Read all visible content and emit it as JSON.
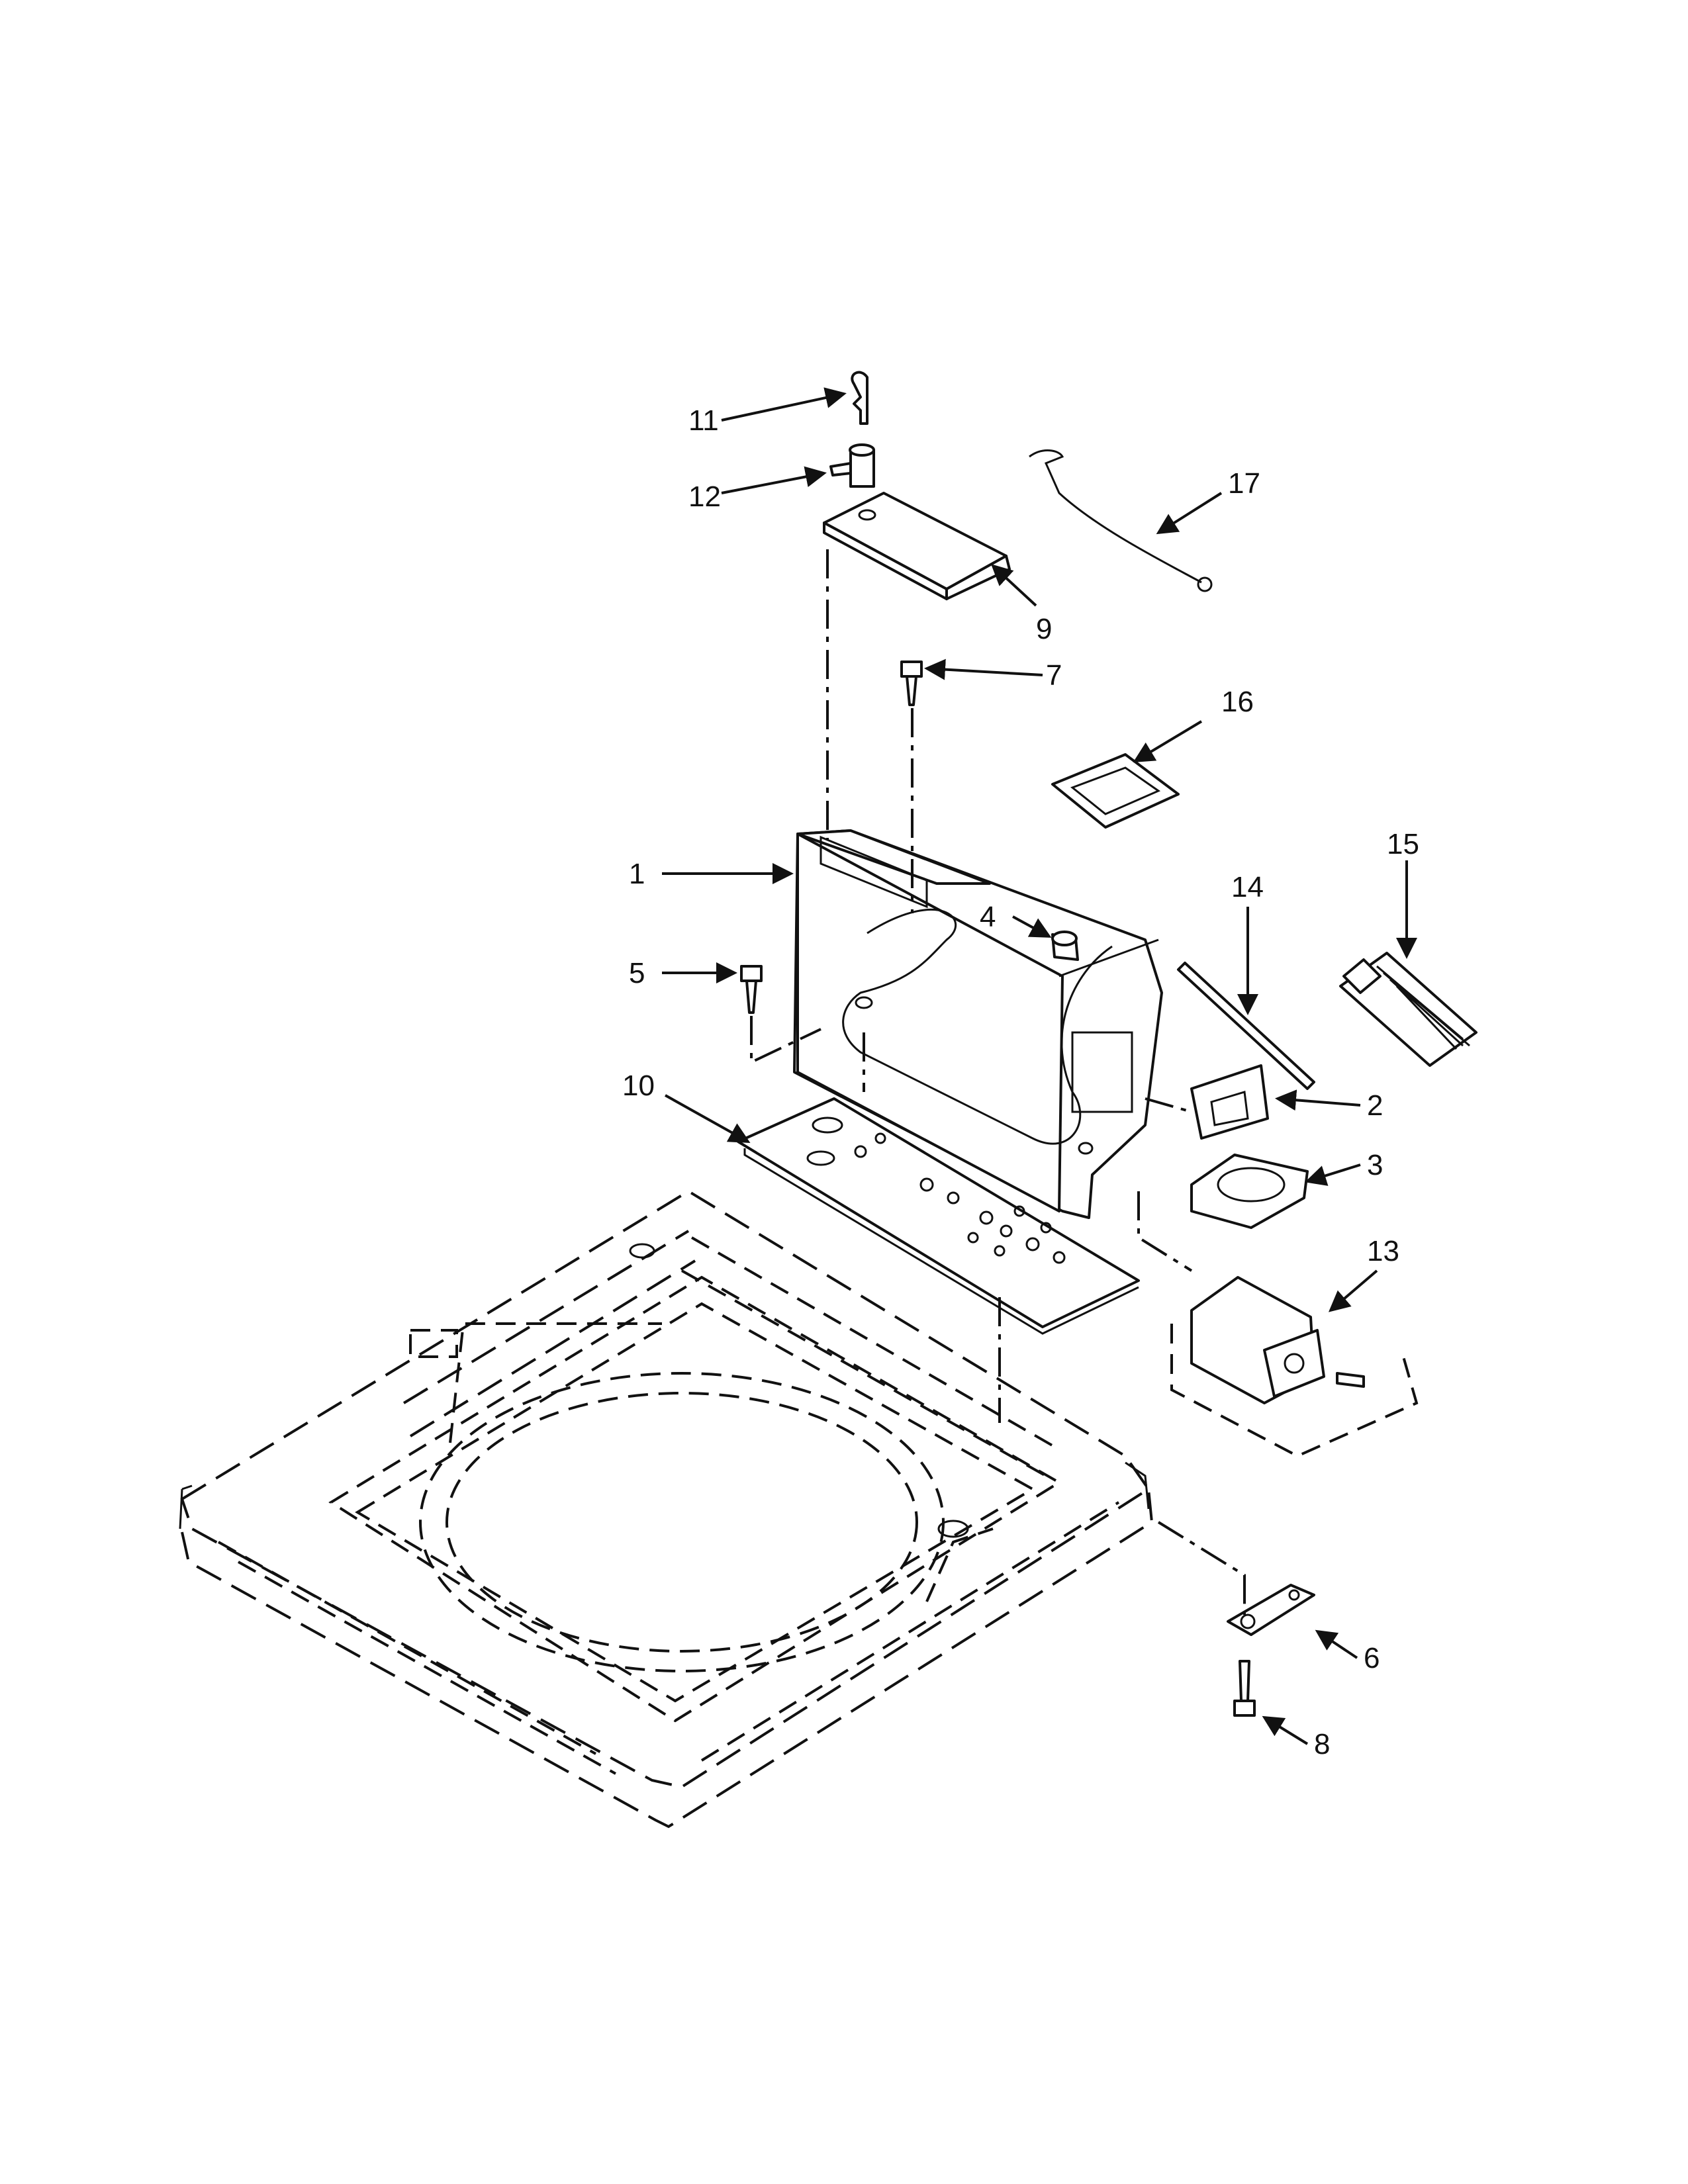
{
  "callouts": [
    {
      "id": "c1",
      "text": "1"
    },
    {
      "id": "c2",
      "text": "2"
    },
    {
      "id": "c3",
      "text": "3"
    },
    {
      "id": "c4",
      "text": "4"
    },
    {
      "id": "c5",
      "text": "5"
    },
    {
      "id": "c6",
      "text": "6"
    },
    {
      "id": "c7",
      "text": "7"
    },
    {
      "id": "c8",
      "text": "8"
    },
    {
      "id": "c9",
      "text": "9"
    },
    {
      "id": "c10",
      "text": "10"
    },
    {
      "id": "c11",
      "text": "11"
    },
    {
      "id": "c12",
      "text": "12"
    },
    {
      "id": "c13",
      "text": "13"
    },
    {
      "id": "c14",
      "text": "14"
    },
    {
      "id": "c15",
      "text": "15"
    },
    {
      "id": "c16",
      "text": "16"
    },
    {
      "id": "c17",
      "text": "17"
    }
  ],
  "colors": {
    "line": "#111111",
    "background": "#ffffff"
  }
}
